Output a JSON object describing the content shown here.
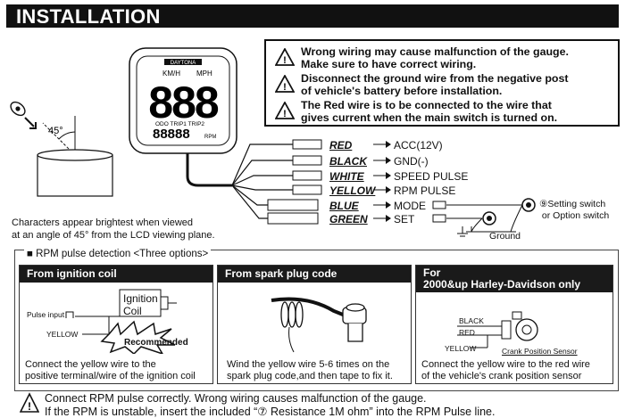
{
  "header": {
    "title": "INSTALLATION"
  },
  "warnings": [
    {
      "icon": "warning-icon",
      "text": "Wrong wiring may cause malfunction of the gauge.\nMake sure to have correct wiring."
    },
    {
      "icon": "warning-icon",
      "text": "Disconnect the ground wire from the negative post\nof vehicle's battery before installation."
    },
    {
      "icon": "warning-icon",
      "text": "The Red wire is to be connected to the wire that\ngives current when the main switch is turned on."
    }
  ],
  "gauge": {
    "brand": "DAYTONA",
    "unit_kmh": "KM/H",
    "unit_mph": "MPH",
    "digits": "888",
    "sub_labels": "ODO TRIP1 TRIP2",
    "sub_digits": "88888",
    "rpm": "RPM"
  },
  "angle": {
    "label": "45°"
  },
  "viewing_caption": "Characters appear brightest when viewed\nat an angle of 45° from the LCD viewing plane.",
  "wires": [
    {
      "name": "RED",
      "function": "ACC(12V)"
    },
    {
      "name": "BLACK",
      "function": "GND(-)"
    },
    {
      "name": "WHITE",
      "function": "SPEED PULSE"
    },
    {
      "name": "YELLOW",
      "function": "RPM PULSE"
    },
    {
      "name": "BLUE",
      "function": "MODE"
    },
    {
      "name": "GREEN",
      "function": "SET"
    }
  ],
  "switch_note": "⑨Setting switch\n or Option switch",
  "ground_label": "Ground",
  "rpm_section": {
    "title": "■ RPM pulse detection <Three options>",
    "panels": [
      {
        "heading": "From ignition coil",
        "coil_label": "Ignition\nCoil",
        "pulse_input": "Pulse input",
        "yellow": "YELLOW",
        "badge": "Recommended",
        "caption": "Connect the yellow wire to the\npositive terminal/wire of the ignition coil"
      },
      {
        "heading": "From spark plug code",
        "caption": "Wind the yellow wire 5-6 times on the\nspark plug code,and then tape to fix it."
      },
      {
        "heading": "For\n2000&up Harley-Davidson only",
        "black": "BLACK",
        "red": "RED",
        "yellow": "YELLOW",
        "sensor": "Crank Position Sensor",
        "caption": "Connect the yellow wire to the red wire\nof the vehicle's crank position sensor"
      }
    ]
  },
  "footer": {
    "line1": "Connect RPM pulse correctly. Wrong wiring causes malfunction of the gauge.",
    "line2": "If the RPM is unstable, insert the included “⑦ Resistance 1M ohm” into the RPM Pulse line."
  }
}
